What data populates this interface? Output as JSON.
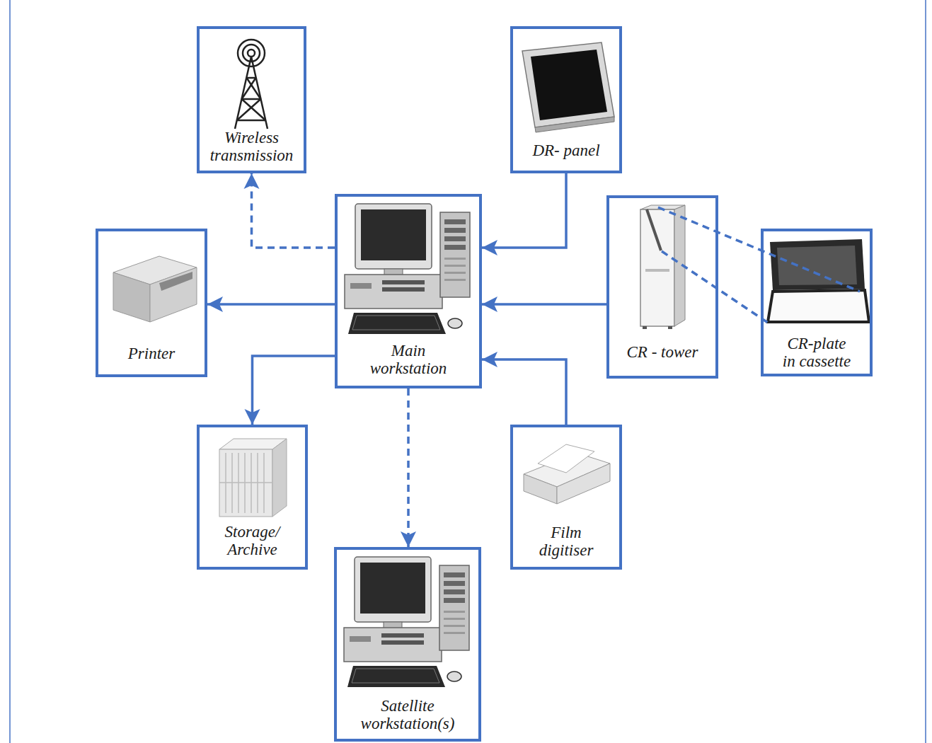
{
  "diagram": {
    "nodes": [
      {
        "text": [
          "Wireless transmission"
        ]
      },
      {
        "text": [
          "DR- panel"
        ]
      },
      {
        "text": [
          "Printer"
        ]
      },
      {
        "text": [
          "Main workstation"
        ]
      },
      {
        "text": [
          "CR - tower"
        ]
      },
      {
        "text": [
          "CR-plate in cassette"
        ]
      },
      {
        "text": [
          "Storage/ Archive"
        ]
      },
      {
        "text": [
          "Film digitiser"
        ]
      },
      {
        "text": [
          "Satellite workstation(s)"
        ]
      }
    ],
    "edges": [
      {
        "from": 3,
        "to": 0,
        "arrow": "to"
      },
      {
        "from": 1,
        "to": 3,
        "arrow": "to"
      },
      {
        "from": 3,
        "to": 2,
        "arrow": "to"
      },
      {
        "from": 4,
        "to": 3,
        "arrow": "to"
      },
      {
        "from": 4,
        "to": 5,
        "arrow": "none"
      },
      {
        "from": 7,
        "to": 3,
        "arrow": "to"
      },
      {
        "from": 3,
        "to": 6,
        "arrow": "to"
      },
      {
        "from": 3,
        "to": 8,
        "arrow": "to"
      }
    ]
  }
}
